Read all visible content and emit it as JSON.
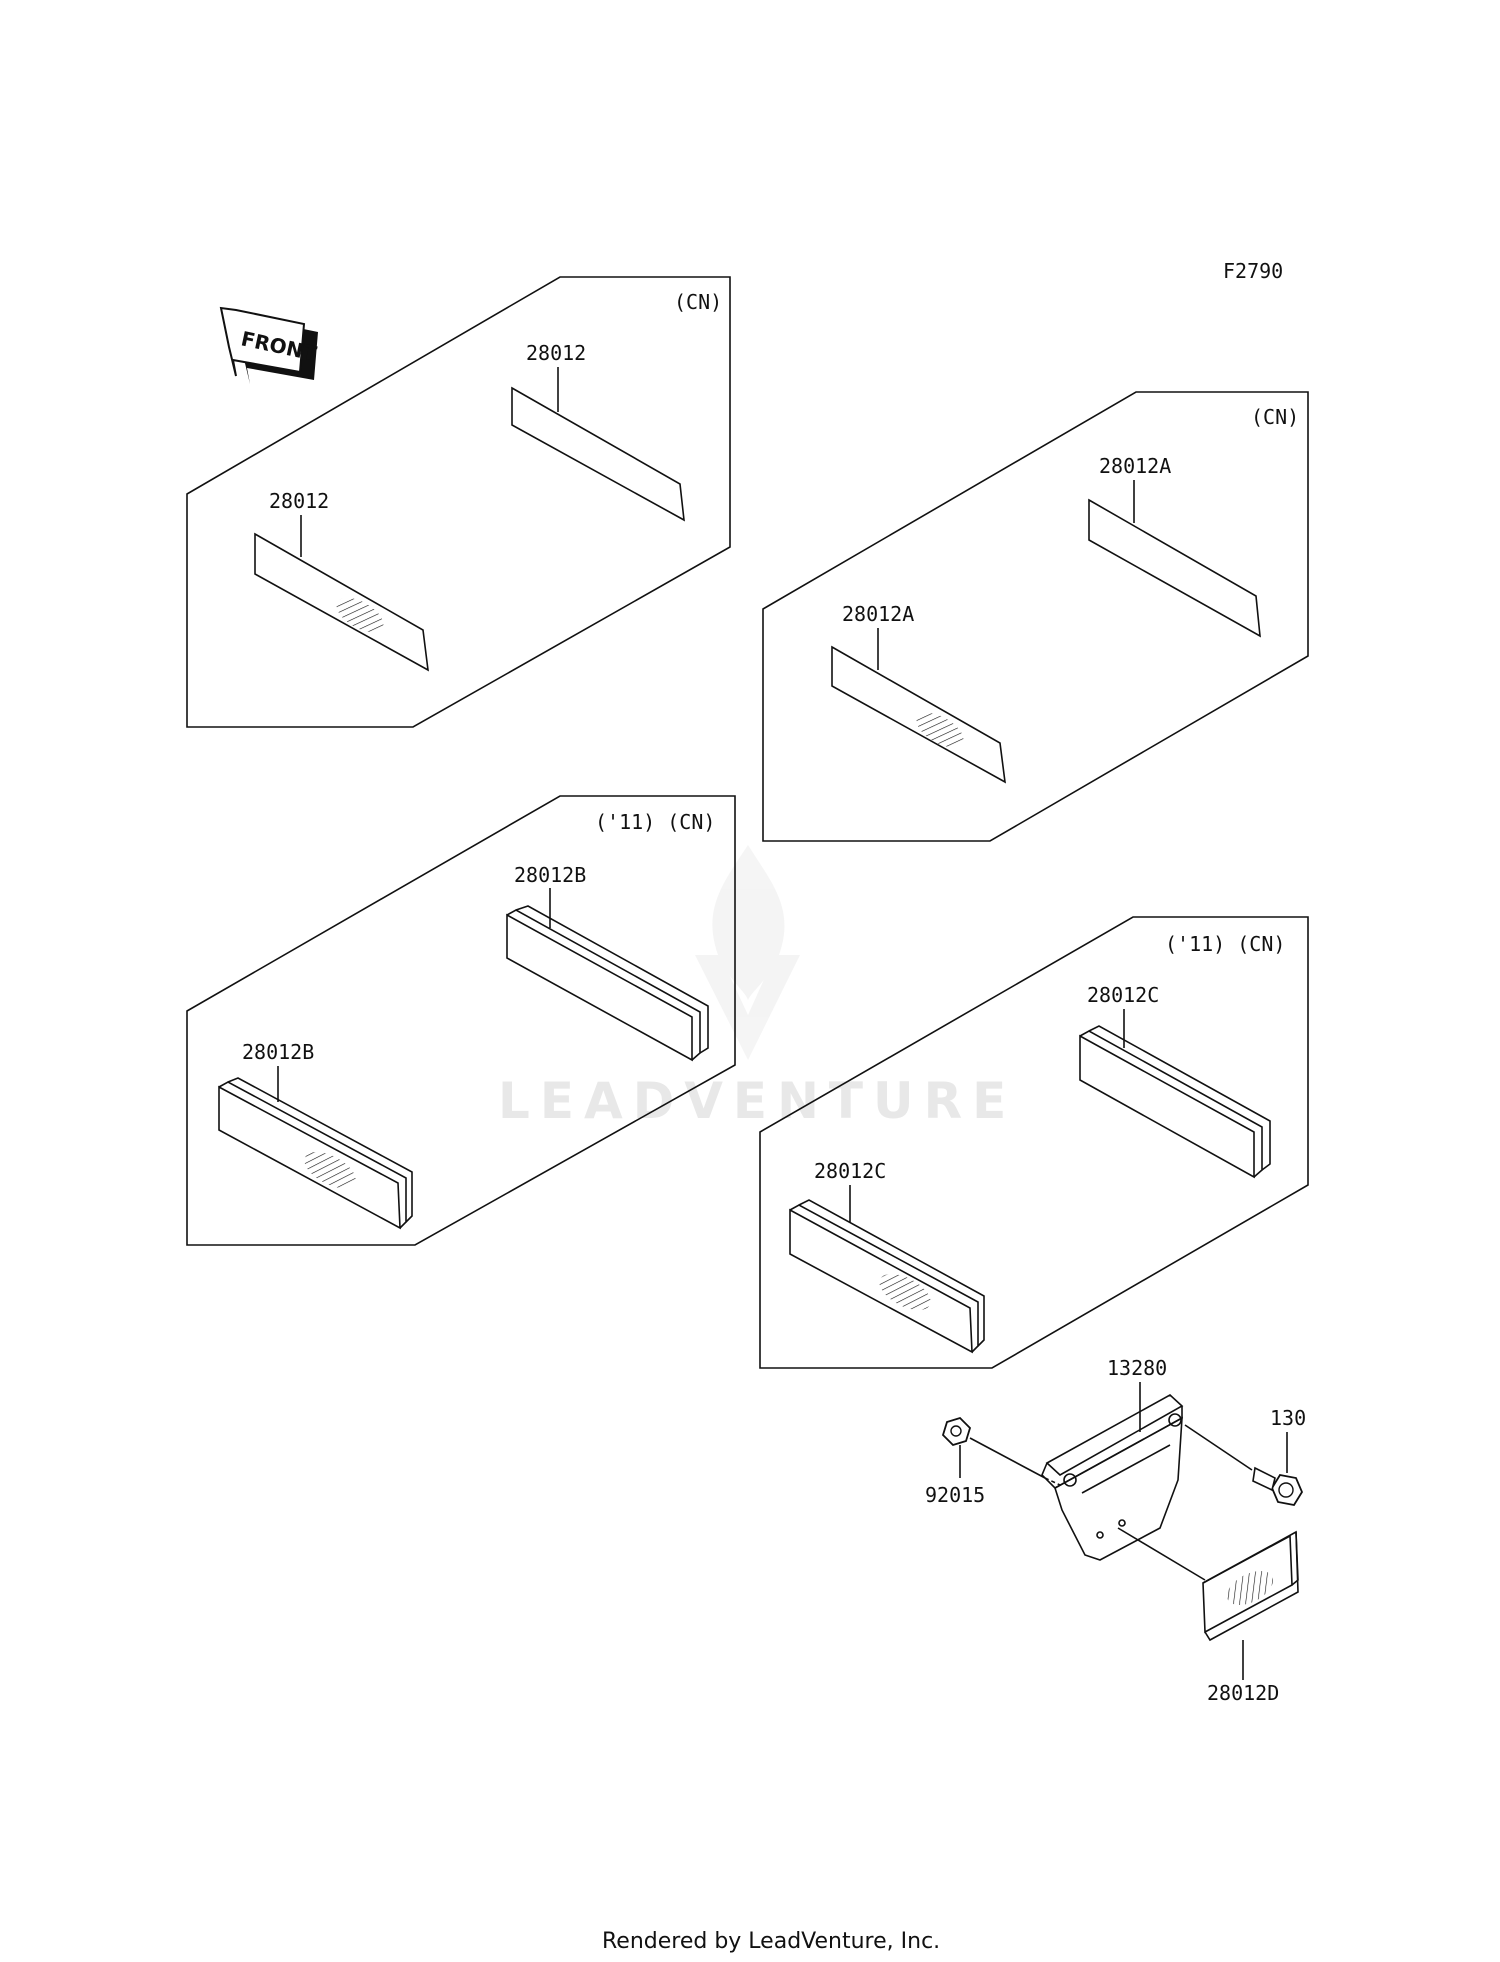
{
  "diagram_code": "F2790",
  "front_label": "FRONT",
  "watermark": "LEADVENTURE",
  "footer": "Rendered by LeadVenture, Inc.",
  "panels": [
    {
      "tags": "(CN)",
      "part_top": "28012",
      "part_bottom": "28012"
    },
    {
      "tags": "(CN)",
      "part_top": "28012A",
      "part_bottom": "28012A"
    },
    {
      "tags": "('11)  (CN)",
      "part_top": "28012B",
      "part_bottom": "28012B"
    },
    {
      "tags": "('11)  (CN)",
      "part_top": "28012C",
      "part_bottom": "28012C"
    }
  ],
  "assembly": {
    "bracket": "13280",
    "bolt": "130",
    "nut": "92015",
    "reflector": "28012D"
  }
}
